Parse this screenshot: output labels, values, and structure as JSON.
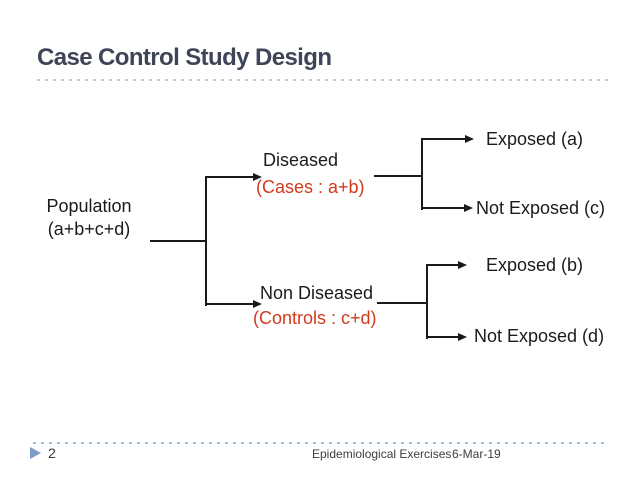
{
  "slide": {
    "title": "Case Control Study Design",
    "footer": {
      "page_number": "2",
      "left_text": "Epidemiological Exercises",
      "date": "6-Mar-19"
    }
  },
  "diagram": {
    "population": {
      "line1": "Population",
      "line2": "(a+b+c+d)"
    },
    "diseased": {
      "label": "Diseased",
      "sublabel": "(Cases : a+b)"
    },
    "non_diseased": {
      "label": "Non Diseased",
      "sublabel": "(Controls : c+d)"
    },
    "outcomes": {
      "exposed_a": "Exposed (a)",
      "not_exposed_c": "Not Exposed (c)",
      "exposed_b": "Exposed (b)",
      "not_exposed_d": "Not Exposed (d)"
    }
  },
  "colors": {
    "title_text": "#3f4557",
    "body_text": "#1b1b1b",
    "accent_red": "#d13a1c",
    "line_black": "#1a1a1a",
    "rule_dash_top": "#bfccdc",
    "rule_dash_bottom": "#9fc0da",
    "footer_triangle_blue": "#7d9dc7"
  }
}
